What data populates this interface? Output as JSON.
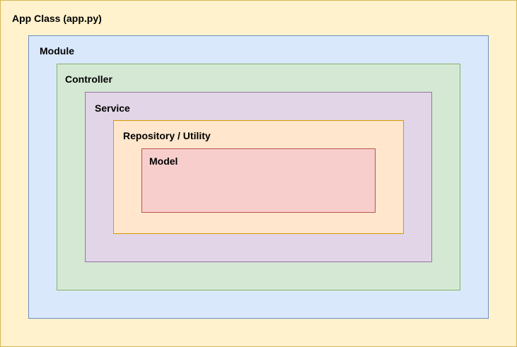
{
  "diagram": {
    "layers": {
      "app": {
        "label": "App Class (app.py)",
        "fill": "#fff2cc",
        "stroke": "#d6b656"
      },
      "module": {
        "label": "Module",
        "fill": "#dae8fc",
        "stroke": "#6c8ebf"
      },
      "controller": {
        "label": "Controller",
        "fill": "#d5e8d4",
        "stroke": "#82b366"
      },
      "service": {
        "label": "Service",
        "fill": "#e1d5e7",
        "stroke": "#9673a6"
      },
      "repository": {
        "label": "Repository / Utility",
        "fill": "#ffe6cc",
        "stroke": "#d79b00"
      },
      "model": {
        "label": "Model",
        "fill": "#f8cecc",
        "stroke": "#b85450"
      }
    }
  }
}
